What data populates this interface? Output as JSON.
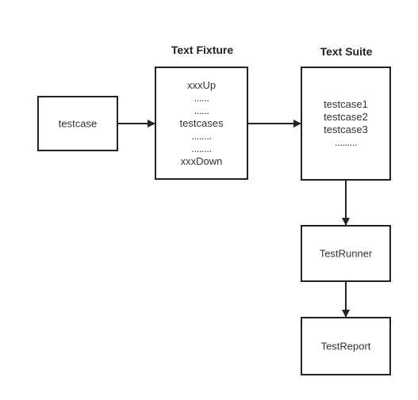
{
  "testcase_box": {
    "label": "testcase"
  },
  "fixture": {
    "title": "Text Fixture",
    "lines": [
      "xxxUp",
      "......",
      "......",
      "testcases",
      "........",
      "........",
      "xxxDown"
    ]
  },
  "suite": {
    "title": "Text Suite",
    "lines": [
      "testcase1",
      "testcase2",
      "testcase3",
      "........."
    ]
  },
  "runner_box": {
    "label": "TestRunner"
  },
  "report_box": {
    "label": "TestReport"
  },
  "colors": {
    "stroke": "#222222",
    "text": "#333333"
  }
}
